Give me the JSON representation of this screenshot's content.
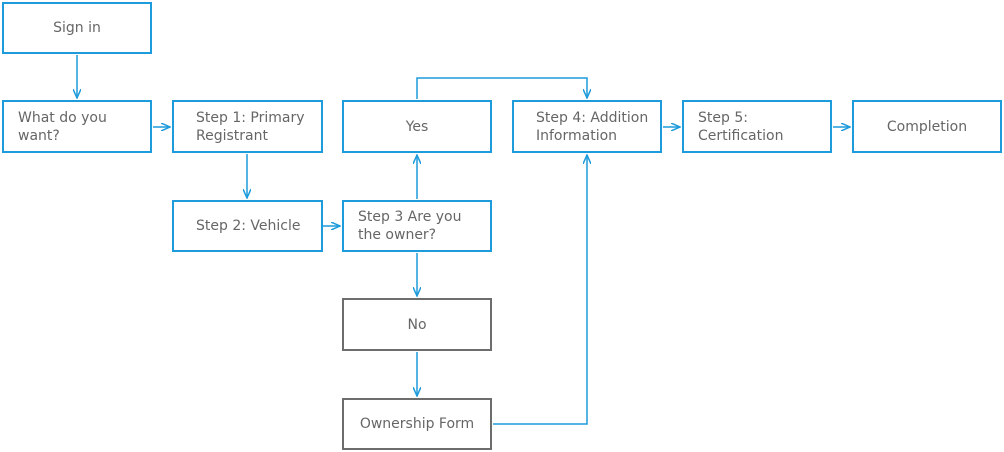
{
  "nodes": {
    "sign_in": "Sign in",
    "what_do_you_want": "What do you want?",
    "step1": "Step 1: Primary Registrant",
    "step2": "Step 2: Vehicle",
    "step3": "Step 3 Are you the owner?",
    "yes": "Yes",
    "no": "No",
    "ownership_form": "Ownership Form",
    "step4": "Step 4: Addition Information",
    "step5": "Step 5: Certification",
    "completion": "Completion"
  },
  "colors": {
    "accent": "#1e9bdb",
    "neutral_border": "#6d6d6d",
    "text": "#666666"
  }
}
